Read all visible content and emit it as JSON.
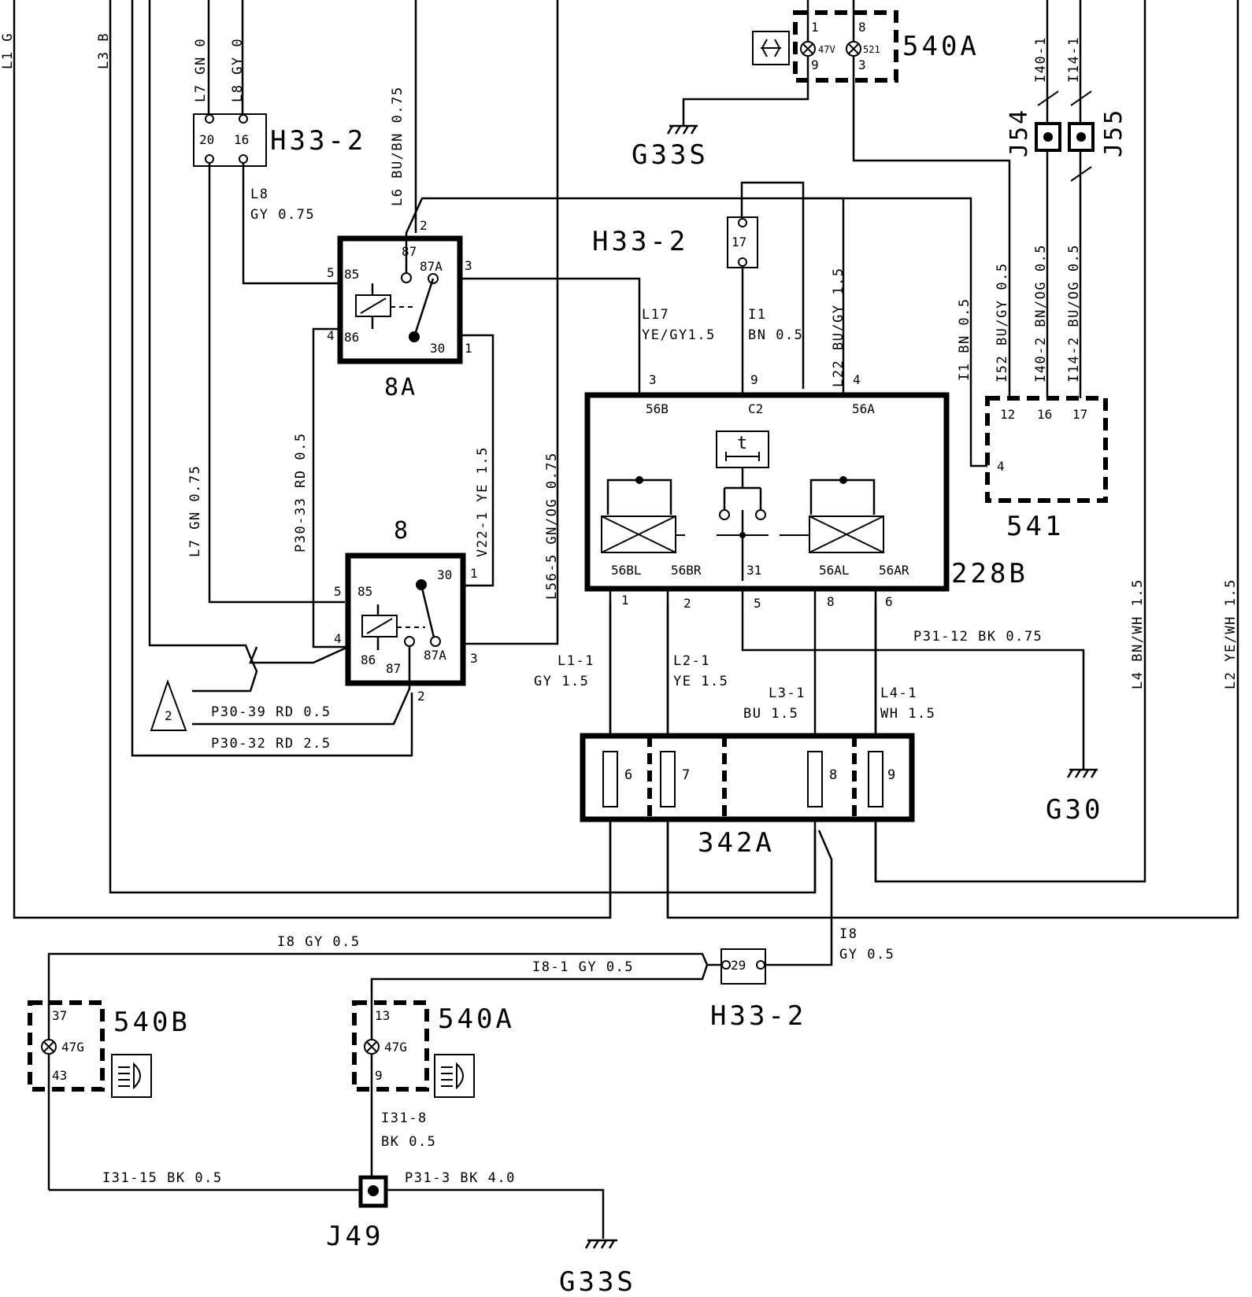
{
  "components": {
    "relay_8a": "8A",
    "relay_8": "8",
    "module_228b": "228B",
    "fusebox_342a": "342A",
    "control_541": "541",
    "connector_h33_2": "H33-2",
    "lamp_540a": "540A",
    "lamp_540b": "540B",
    "junction_j54": "J54",
    "junction_j55": "J55",
    "junction_j49": "J49",
    "ground_g33s": "G33S",
    "ground_g30": "G30",
    "note_ref": "2"
  },
  "edge_labels": [
    "L1 G",
    "L3 B",
    "L7 GN 0",
    "L8 GY 0",
    "I40-1",
    "I14-1"
  ],
  "wires": {
    "l6": "L6 BU/BN 0.75",
    "l8_id": "L8",
    "l8_spec": "GY 0.75",
    "l7": "L7 GN 0.75",
    "p30_33": "P30-33 RD 0.5",
    "v22_1": "V22-1 YE 1.5",
    "l56_5": "L56-5 GN/OG 0.75",
    "l17_id": "L17",
    "l17_spec": "YE/GY1.5",
    "i1_id": "I1",
    "i1_spec": "BN 0.5",
    "l22": "L22 BU/GY 1.5",
    "i1_bn": "I1 BN 0.5",
    "i52": "I52 BU/GY 0.5",
    "i40_2": "I40-2 BN/OG 0.5",
    "i14_2": "I14-2 BU/OG 0.5",
    "l4": "L4 BN/WH 1.5",
    "l2": "L2 YE/WH 1.5",
    "p31_12": "P31-12 BK 0.75",
    "l1_1_id": "L1-1",
    "l1_1_spec": "GY 1.5",
    "l2_1_id": "L2-1",
    "l2_1_spec": "YE 1.5",
    "l3_1_id": "L3-1",
    "l3_1_spec": "BU 1.5",
    "l4_1_id": "L4-1",
    "l4_1_spec": "WH 1.5",
    "p30_39": "P30-39 RD 0.5",
    "p30_32": "P30-32 RD 2.5",
    "i8": "I8 GY 0.5",
    "i8_1": "I8-1 GY 0.5",
    "i8_r_id": "I8",
    "i8_r_spec": "GY 0.5",
    "i31_8_id": "I31-8",
    "i31_8_spec": "BK 0.5",
    "i31_15": "I31-15 BK 0.5",
    "p31_3": "P31-3 BK 4.0"
  },
  "pins": {
    "h33_top": [
      "20",
      "16"
    ],
    "h33_mid": "17",
    "h33_bot": "29",
    "relay_8a": {
      "p87": "87",
      "p87a": "87A",
      "p85": "85",
      "p86": "86",
      "p30": "30",
      "n2": "2",
      "n3": "3",
      "n5": "5",
      "n4": "4",
      "n1": "1"
    },
    "relay_8": {
      "p30": "30",
      "p85": "85",
      "p86": "86",
      "p87": "87",
      "p87a": "87A",
      "n1": "1",
      "n5": "5",
      "n4": "4",
      "n3": "3",
      "n2": "2"
    },
    "m228b_top": {
      "n3": "3",
      "n9": "9",
      "n4": "4",
      "t56b": "56B",
      "tc2": "C2",
      "t56a": "56A",
      "timer": "t"
    },
    "m228b_bot": {
      "t56bl": "56BL",
      "t56br": "56BR",
      "t31": "31",
      "t56al": "56AL",
      "t56ar": "56AR",
      "n1": "1",
      "n2": "2",
      "n5": "5",
      "n8": "8",
      "n6": "6"
    },
    "fuses": [
      "6",
      "7",
      "8",
      "9"
    ],
    "c541": [
      "12",
      "16",
      "17",
      "4"
    ],
    "lamp_540a_top": {
      "p1": "1",
      "p8": "8",
      "p9": "9",
      "p3": "3",
      "b47v": "47V",
      "b521": "521"
    },
    "lamp_540b": {
      "p37": "37",
      "p43": "43",
      "b": "47G"
    },
    "lamp_540a_bot": {
      "p13": "13",
      "p9": "9",
      "b": "47G"
    }
  }
}
